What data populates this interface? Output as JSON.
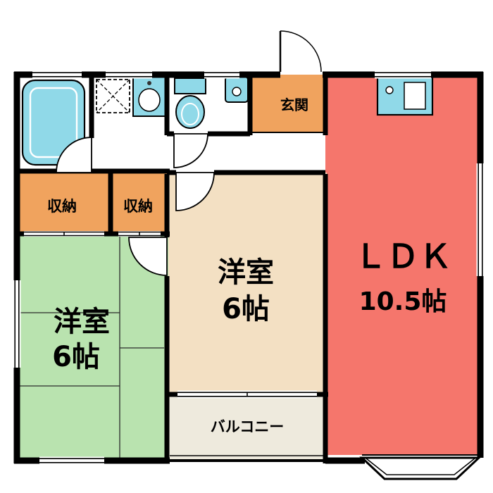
{
  "meta": {
    "type": "floor-plan"
  },
  "colors": {
    "ldk": "#f5766c",
    "western_room": "#f3e0c3",
    "tatami_room": "#b9e3af",
    "storage": "#f0a35e",
    "entrance": "#f0a35e",
    "fixture": "#90d9e8",
    "balcony_floor": "#eeeadd",
    "wall": "#000000"
  },
  "rooms": {
    "ldk": {
      "label": "ＬＤＫ",
      "size": "10.5帖"
    },
    "western_center": {
      "label": "洋室",
      "size": "6帖"
    },
    "western_left": {
      "label": "洋室",
      "size": "6帖"
    },
    "storage_left": {
      "label": "収納"
    },
    "storage_right": {
      "label": "収納"
    },
    "entrance": {
      "label": "玄関"
    },
    "balcony": {
      "label": "バルコニー"
    }
  },
  "fixtures": {
    "bathtub": "bathtub",
    "washing_machine": "washing-machine-pan",
    "washbasin": "washbasin",
    "toilet": "toilet",
    "hand_sink": "hand-sink",
    "kitchen_sink": "kitchen-sink",
    "bay_window": "bay-window"
  }
}
